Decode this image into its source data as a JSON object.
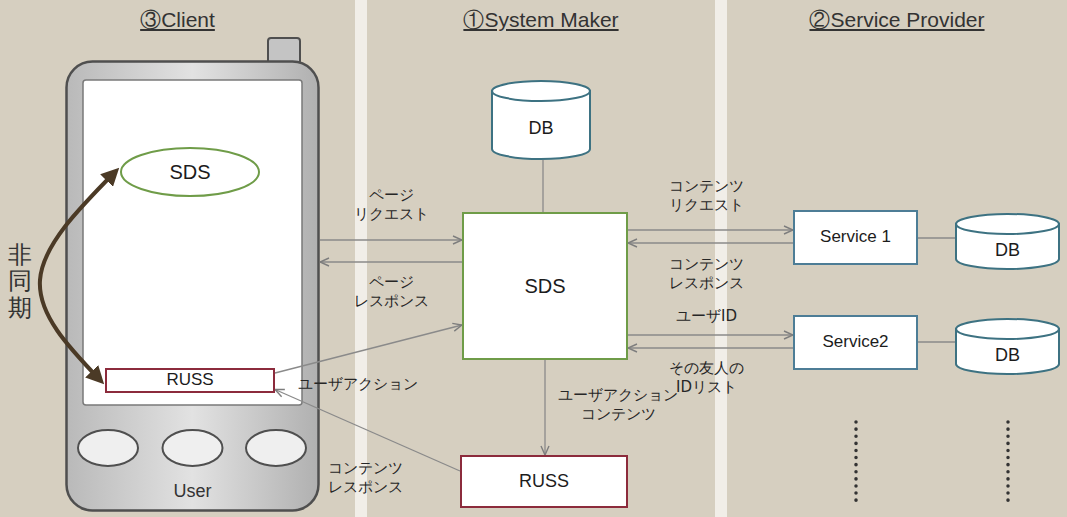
{
  "diagram": {
    "nodes": [
      {
        "text": [
          "③Client"
        ]
      },
      {
        "text": [
          "User"
        ],
        "in": 0
      },
      {
        "text": [
          "SDS"
        ],
        "in": 1
      },
      {
        "text": [
          "RUSS"
        ],
        "in": 1
      },
      {
        "text": [
          "①System Maker"
        ]
      },
      {
        "text": [
          "DB"
        ],
        "in": 4
      },
      {
        "text": [
          "SDS"
        ],
        "in": 4
      },
      {
        "text": [
          "RUSS"
        ],
        "in": 4
      },
      {
        "text": [
          "②Service Provider"
        ]
      },
      {
        "text": [
          "Service 1"
        ],
        "in": 8
      },
      {
        "text": [
          "DB"
        ],
        "in": 8
      },
      {
        "text": [
          "Service2"
        ],
        "in": 8
      },
      {
        "text": [
          "DB"
        ],
        "in": 8
      }
    ],
    "edges": [
      {
        "from": 1,
        "to": 6,
        "arrow": "to",
        "label": "ページ リクエスト"
      },
      {
        "from": 6,
        "to": 1,
        "arrow": "to",
        "label": "ページ レスポンス"
      },
      {
        "from": 3,
        "to": 6,
        "arrow": "to",
        "label": "ユーザアクション"
      },
      {
        "from": 6,
        "to": 7,
        "arrow": "to",
        "label": "ユーザアクション コンテンツ"
      },
      {
        "from": 7,
        "to": 3,
        "arrow": "to",
        "label": "コンテンツ レスポンス"
      },
      {
        "from": 6,
        "to": 9,
        "arrow": "to",
        "label": "コンテンツ リクエスト"
      },
      {
        "from": 9,
        "to": 6,
        "arrow": "to",
        "label": "コンテンツ レスポンス"
      },
      {
        "from": 6,
        "to": 11,
        "arrow": "to",
        "label": "ユーザID"
      },
      {
        "from": 11,
        "to": 6,
        "arrow": "to",
        "label": "その友人の IDリスト"
      },
      {
        "from": 5,
        "to": 6,
        "arrow": "none"
      },
      {
        "from": 9,
        "to": 10,
        "arrow": "none"
      },
      {
        "from": 11,
        "to": 12,
        "arrow": "none"
      },
      {
        "from": 2,
        "to": 3,
        "arrow": "both",
        "label": "非同期"
      }
    ]
  }
}
